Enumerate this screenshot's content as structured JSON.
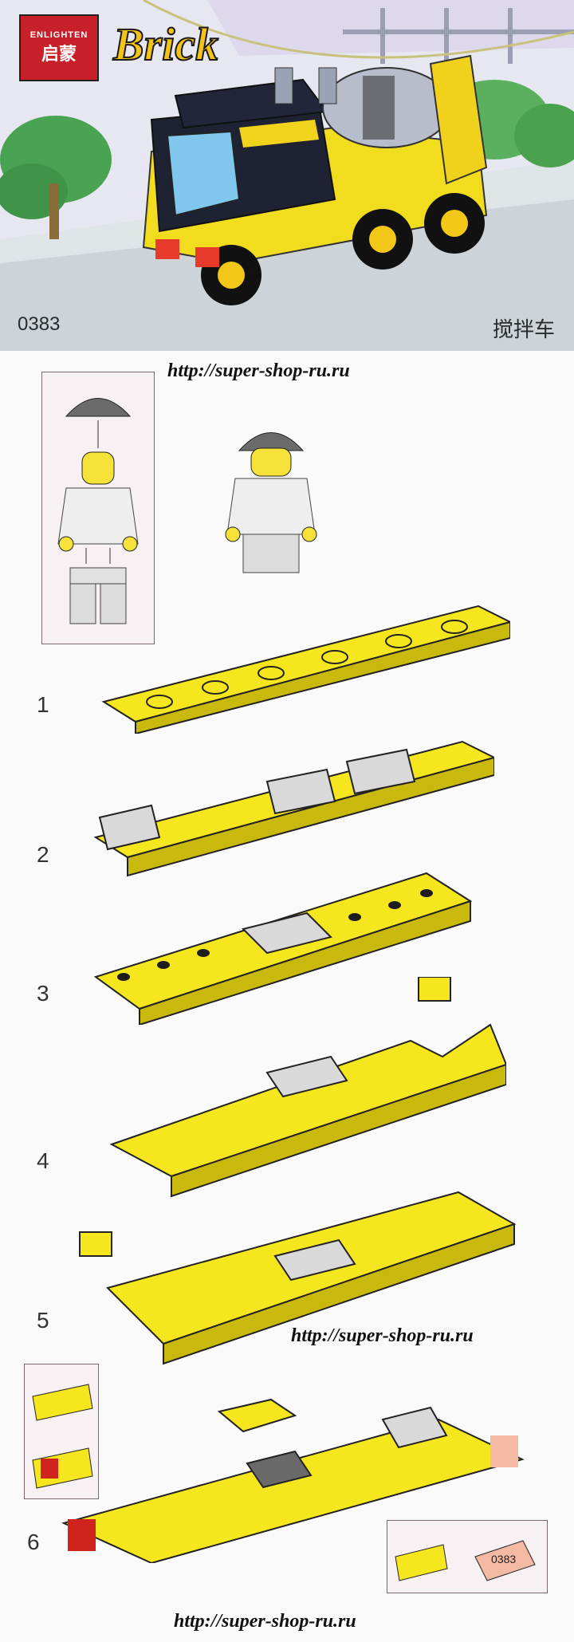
{
  "header": {
    "brand_sub": "ENLIGHTEN",
    "brand_cn": "启蒙",
    "brand_word": "Brick",
    "set_number": "0383",
    "set_title": "搅拌车"
  },
  "watermarks": [
    "http://super-shop-ru.ru",
    "http://super-shop-ru.ru",
    "http://super-shop-ru.ru"
  ],
  "steps": [
    "1",
    "2",
    "3",
    "4",
    "5",
    "6"
  ],
  "callouts": {
    "plate_label": "0383"
  },
  "colors": {
    "yellow": "#f5e61e",
    "yellow_dark": "#c9b90c",
    "grey": "#d9d9d9",
    "red": "#d0231d"
  }
}
